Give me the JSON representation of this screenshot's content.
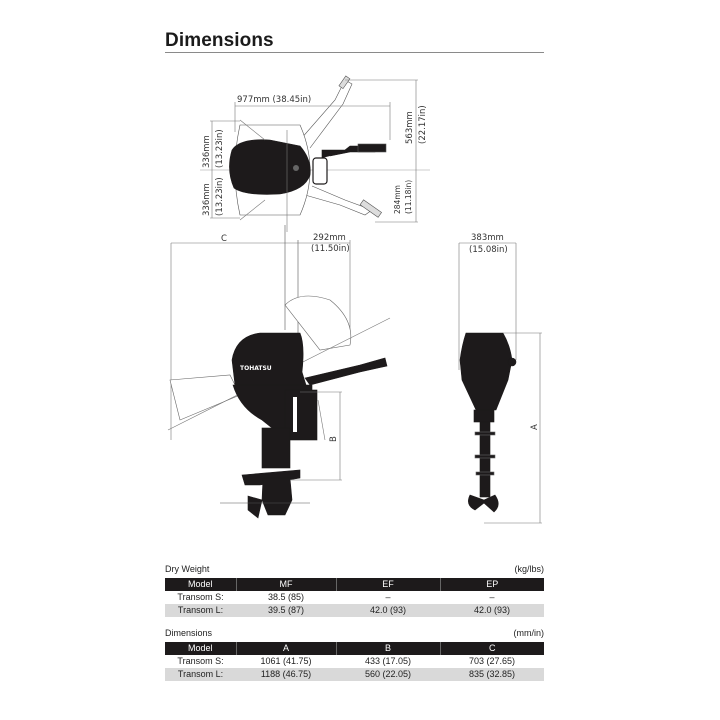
{
  "page": {
    "title": "Dimensions"
  },
  "drawing": {
    "top_view": {
      "width_label": "977mm (38.45in)",
      "left_upper_mm": "336mm",
      "left_upper_in": "(13.23in)",
      "left_lower_mm": "336mm",
      "left_lower_in": "(13.23in)",
      "right_upper_mm": "563mm",
      "right_upper_in": "(22.17in)",
      "right_lower_mm": "284mm",
      "right_lower_in": "(11.18in)"
    },
    "side_view": {
      "c_label": "C",
      "offset_mm": "292mm",
      "offset_in": "(11.50in)",
      "b_label": "B",
      "brand": "TOHATSU"
    },
    "rear_view": {
      "width_mm": "383mm",
      "width_in": "(15.08in)",
      "a_label": "A"
    }
  },
  "dry_weight": {
    "label": "Dry Weight",
    "unit": "(kg/lbs)",
    "headers": [
      "Model",
      "MF",
      "EF",
      "EP"
    ],
    "rows": [
      [
        "Transom S:",
        "38.5 (85)",
        "–",
        "–"
      ],
      [
        "Transom L:",
        "39.5 (87)",
        "42.0 (93)",
        "42.0 (93)"
      ]
    ]
  },
  "dimensions": {
    "label": "Dimensions",
    "unit": "(mm/in)",
    "headers": [
      "Model",
      "A",
      "B",
      "C"
    ],
    "rows": [
      [
        "Transom S:",
        "1061 (41.75)",
        "433 (17.05)",
        "703 (27.65)"
      ],
      [
        "Transom L:",
        "1188 (46.75)",
        "560 (22.05)",
        "835 (32.85)"
      ]
    ]
  }
}
